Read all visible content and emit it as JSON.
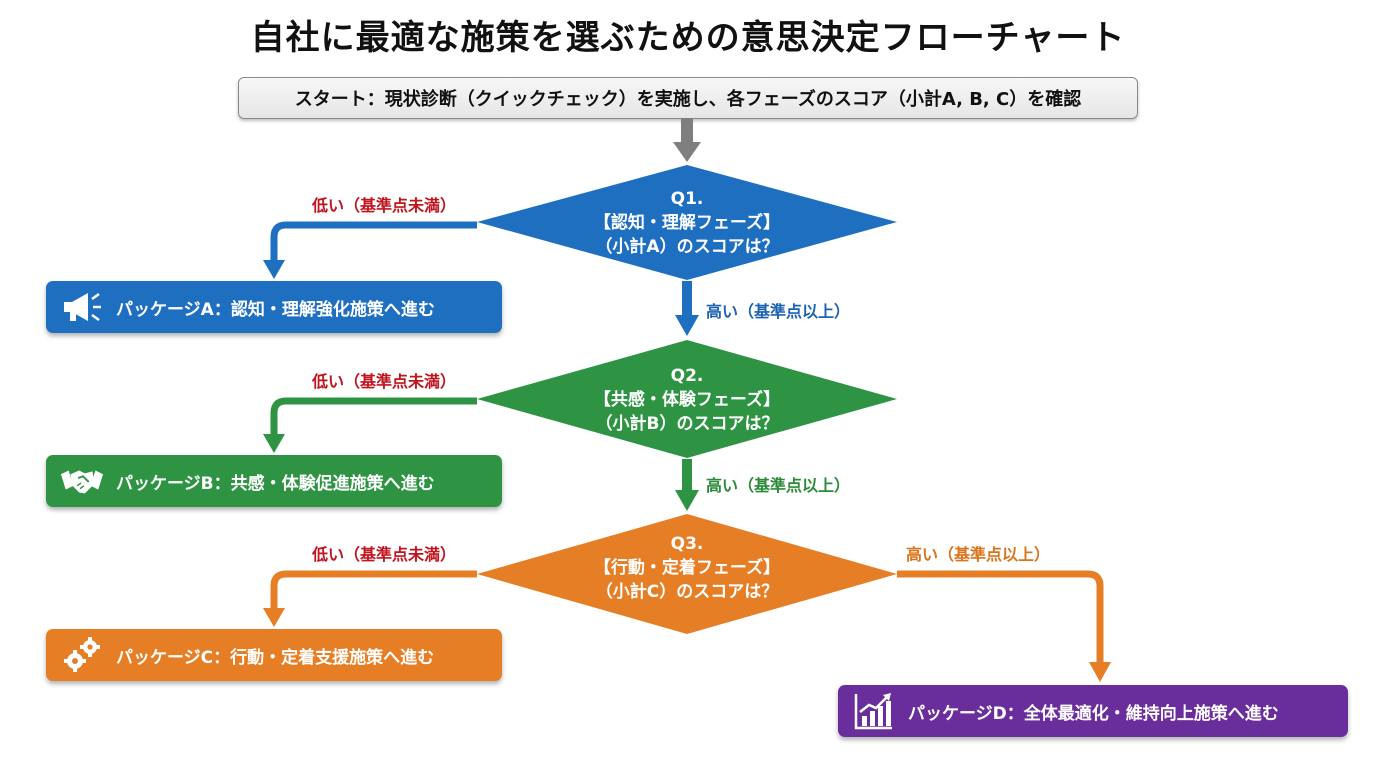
{
  "title": "自社に最適な施策を選ぶための意思決定フローチャート",
  "start": "スタート：現状診断（クイックチェック）を実施し、各フェーズのスコア（小計A, B, C）を確認",
  "q1": {
    "num": "Q1.",
    "phase": "【認知・理解フェーズ】",
    "question": "（小計A）のスコアは？"
  },
  "q2": {
    "num": "Q2.",
    "phase": "【共感・体験フェーズ】",
    "question": "（小計B）のスコアは？"
  },
  "q3": {
    "num": "Q3.",
    "phase": "【行動・定着フェーズ】",
    "question": "（小計C）のスコアは？"
  },
  "labels": {
    "low": "低い（基準点未満）",
    "high": "高い（基準点以上）"
  },
  "packages": {
    "a": "パッケージA：認知・理解強化施策へ進む",
    "b": "パッケージB：共感・体験促進施策へ進む",
    "c": "パッケージC：行動・定着支援施策へ進む",
    "d": "パッケージD：全体最適化・維持向上施策へ進む"
  },
  "icons": {
    "a": "megaphone-icon",
    "b": "handshake-icon",
    "c": "gears-icon",
    "d": "growth-chart-icon"
  },
  "colors": {
    "blue": "#1f6fc0",
    "green": "#2e9343",
    "orange": "#e57e24",
    "purple": "#6a2e9c",
    "low_label": "#c0141e",
    "start_arrow": "#7f7f7f"
  }
}
